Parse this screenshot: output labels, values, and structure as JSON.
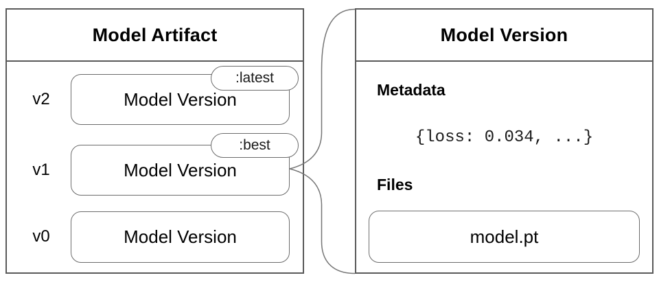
{
  "artifact_panel": {
    "title": "Model Artifact",
    "versions": [
      {
        "label": "v2",
        "name": "Model Version",
        "alias": ":latest"
      },
      {
        "label": "v1",
        "name": "Model Version",
        "alias": ":best"
      },
      {
        "label": "v0",
        "name": "Model Version"
      }
    ]
  },
  "detail_panel": {
    "title": "Model Version",
    "metadata_heading": "Metadata",
    "metadata_value": "{loss: 0.034, ...}",
    "files_heading": "Files",
    "file_name": "model.pt"
  },
  "colors": {
    "background": "#ffffff",
    "panel_border": "#595959",
    "box_border": "#6b6b6b",
    "connector": "#757575",
    "text": "#000000"
  }
}
